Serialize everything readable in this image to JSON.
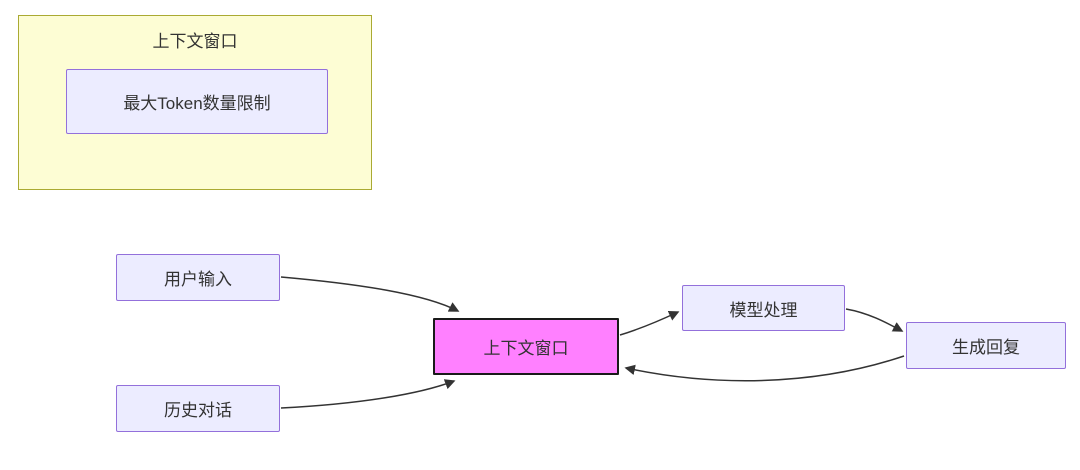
{
  "diagram": {
    "subgraph": {
      "title": "上下文窗口",
      "inner_node_label": "最大Token数量限制"
    },
    "nodes": {
      "user_input": "用户输入",
      "history_chat": "历史对话",
      "context_window": "上下文窗口",
      "model_processing": "模型处理",
      "generate_reply": "生成回复"
    },
    "edges": [
      {
        "from": "用户输入",
        "to": "上下文窗口"
      },
      {
        "from": "历史对话",
        "to": "上下文窗口"
      },
      {
        "from": "上下文窗口",
        "to": "模型处理"
      },
      {
        "from": "模型处理",
        "to": "生成回复"
      },
      {
        "from": "生成回复",
        "to": "上下文窗口"
      }
    ],
    "colors": {
      "node_fill": "#ECECFF",
      "node_border": "#9370DB",
      "highlight_fill": "#FF80FF",
      "highlight_border": "#1A1A1A",
      "subgraph_fill": "#FDFDD4",
      "subgraph_border": "#AAAA33",
      "edge": "#333333",
      "text": "#333333"
    }
  }
}
